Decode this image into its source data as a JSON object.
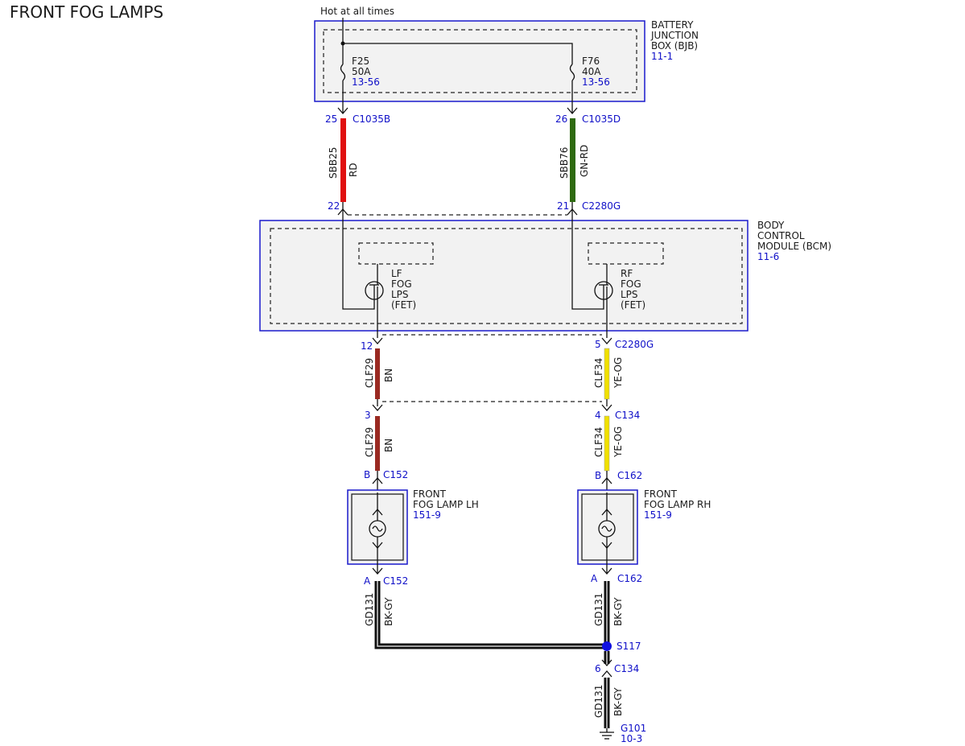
{
  "title": "FRONT FOG LAMPS",
  "hot_label": "Hot at all times",
  "bjb": {
    "name_lines": [
      "BATTERY",
      "JUNCTION",
      "BOX (BJB)"
    ],
    "ref": "11-1",
    "fuses": [
      {
        "name": "F25",
        "rating": "50A",
        "ref": "13-56"
      },
      {
        "name": "F76",
        "rating": "40A",
        "ref": "13-56"
      }
    ]
  },
  "bcm": {
    "name_lines": [
      "BODY",
      "CONTROL",
      "MODULE (BCM)"
    ],
    "ref": "11-6",
    "outputs": [
      {
        "lines": [
          "LF",
          "FOG",
          "LPS",
          "(FET)"
        ]
      },
      {
        "lines": [
          "RF",
          "FOG",
          "LPS",
          "(FET)"
        ]
      }
    ]
  },
  "wires": {
    "sbb25": {
      "circuit": "SBB25",
      "color": "RD",
      "hex": "#e01010"
    },
    "sbb76": {
      "circuit": "SBB76",
      "color": "GN-RD",
      "hex": "#2e6a10"
    },
    "clf29": {
      "circuit": "CLF29",
      "color": "BN",
      "hex": "#9a2a22"
    },
    "clf34": {
      "circuit": "CLF34",
      "color": "YE-OG",
      "hex": "#f0e000"
    },
    "gd131": {
      "circuit": "GD131",
      "color": "BK-GY",
      "hex": "#111111"
    }
  },
  "connectors": {
    "c1035b": {
      "pin": "25",
      "name": "C1035B"
    },
    "c1035d": {
      "pin": "26",
      "name": "C1035D"
    },
    "c2280g_l_in": {
      "pin": "22",
      "name": ""
    },
    "c2280g_r_in": {
      "pin": "21",
      "name": "C2280G"
    },
    "c2280g_l_out": {
      "pin": "12",
      "name": ""
    },
    "c2280g_r_out": {
      "pin": "5",
      "name": "C2280G"
    },
    "c134_l": {
      "pin": "3",
      "name": ""
    },
    "c134_r": {
      "pin": "4",
      "name": "C134"
    },
    "c152_b": {
      "pin": "B",
      "name": "C152"
    },
    "c162_b": {
      "pin": "B",
      "name": "C162"
    },
    "c152_a": {
      "pin": "A",
      "name": "C152"
    },
    "c162_a": {
      "pin": "A",
      "name": "C162"
    },
    "c134_g": {
      "pin": "6",
      "name": "C134"
    }
  },
  "lamps": {
    "lh": {
      "lines": [
        "FRONT",
        "FOG LAMP LH"
      ],
      "ref": "151-9"
    },
    "rh": {
      "lines": [
        "FRONT",
        "FOG LAMP RH"
      ],
      "ref": "151-9"
    }
  },
  "splice": {
    "name": "S117",
    "color": "#1010e0"
  },
  "ground": {
    "name": "G101",
    "ref": "10-3"
  }
}
